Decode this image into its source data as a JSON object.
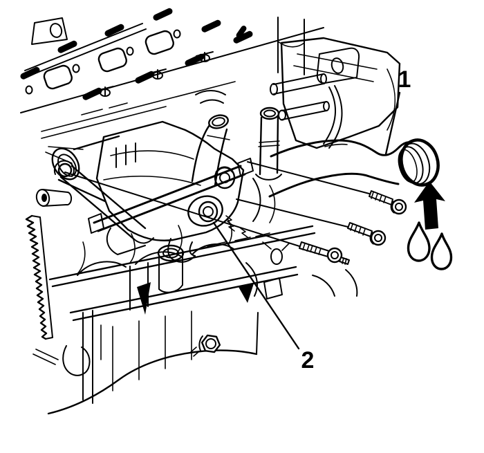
{
  "diagram": {
    "kind": "engine-line-art-illustration",
    "background_color": "#ffffff",
    "line_color": "#000000",
    "callouts": [
      {
        "label": "1",
        "target": "water-outlet-pipe"
      },
      {
        "label": "2",
        "target": "thermostat-housing"
      }
    ],
    "symbols": {
      "direction_arrow": "filled-arrow-pointing-up-at-pipe-flange",
      "coolant_drop_count": 2
    },
    "fasteners_shown": 3
  }
}
